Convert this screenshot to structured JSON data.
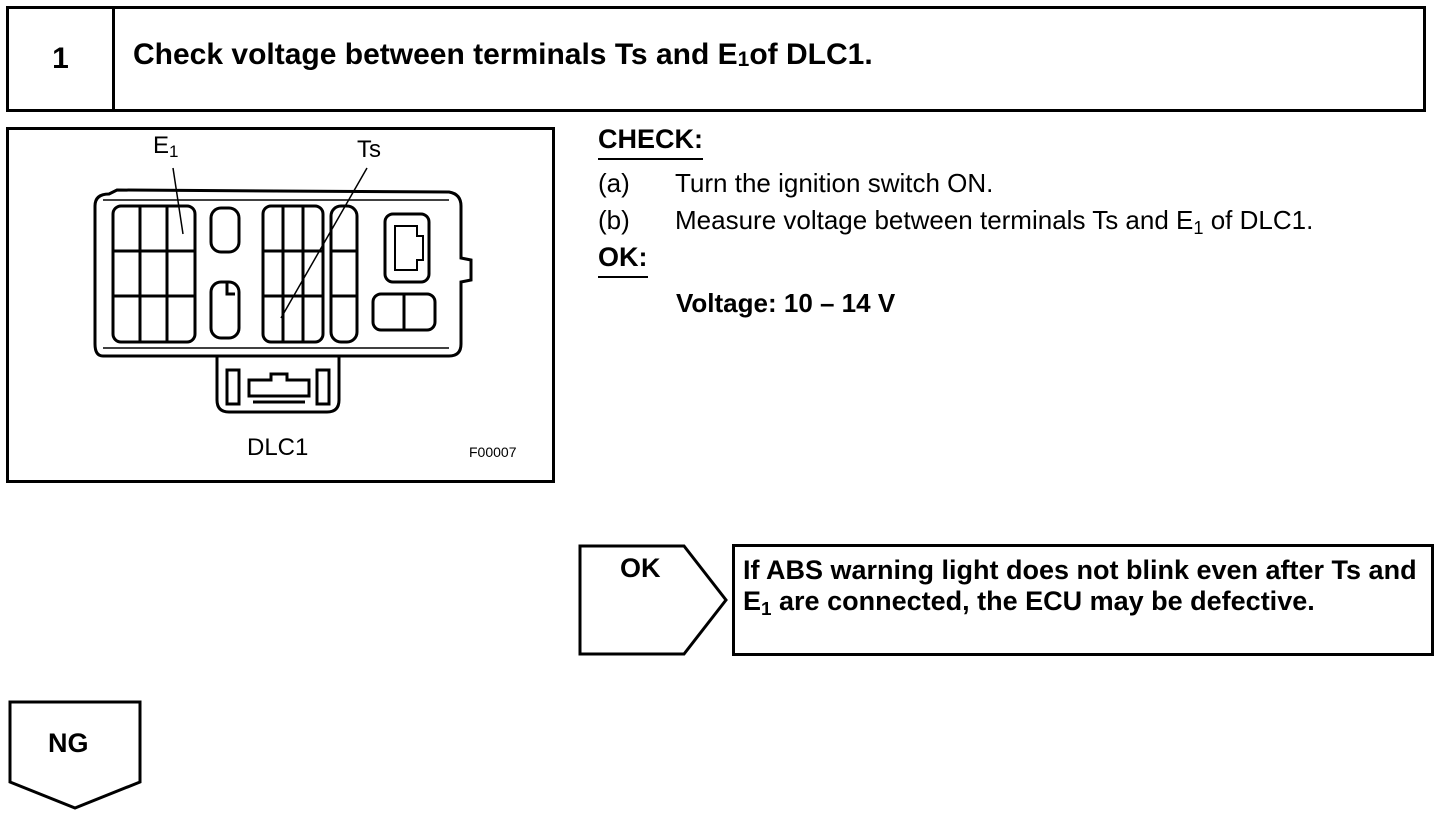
{
  "header": {
    "step_number": "1",
    "title_before": "Check voltage between terminals Ts and E",
    "title_sub": "1",
    "title_after": " of DLC1."
  },
  "figure": {
    "label_e": "E",
    "label_e_sub": "1",
    "label_ts": "Ts",
    "caption": "DLC1",
    "code": "F00007"
  },
  "check": {
    "heading": "CHECK:",
    "steps": [
      {
        "letter": "(a)",
        "text_before": "Turn the ignition switch ON.",
        "sub": "",
        "text_after": ""
      },
      {
        "letter": "(b)",
        "text_before": "Measure voltage between terminals Ts and E",
        "sub": "1",
        "text_after": " of DLC1."
      }
    ],
    "ok_heading": "OK:",
    "spec": "Voltage: 10 – 14 V"
  },
  "ok_branch": {
    "label": "OK",
    "text_before": "If ABS warning light does not blink even after Ts and E",
    "sub": "1",
    "text_after": " are connected, the ECU may be defective."
  },
  "ng_branch": {
    "label": "NG"
  }
}
